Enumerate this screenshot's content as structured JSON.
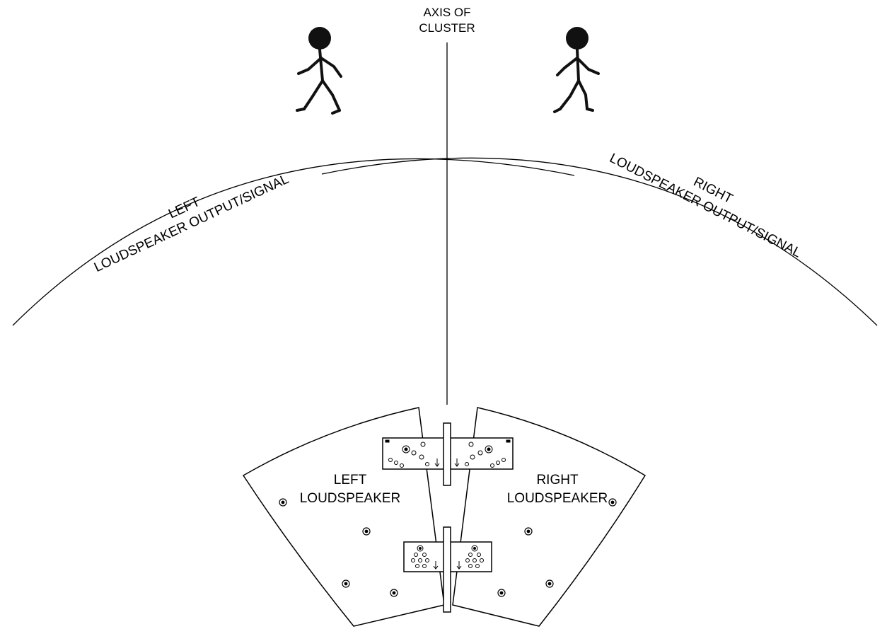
{
  "diagram": {
    "axis_label": {
      "line1": "AXIS OF",
      "line2": "CLUSTER"
    },
    "left_signal_label": {
      "line1": "LEFT",
      "line2": "LOUDSPEAKER OUTPUT/SIGNAL"
    },
    "right_signal_label": {
      "line1": "RIGHT",
      "line2": "LOUDSPEAKER OUTPUT/SIGNAL"
    },
    "left_speaker_label": {
      "line1": "LEFT",
      "line2": "LOUDSPEAKER"
    },
    "right_speaker_label": {
      "line1": "RIGHT",
      "line2": "LOUDSPEAKER"
    },
    "colors": {
      "line": "#000000",
      "background": "#ffffff"
    },
    "icons": [
      "walking-person-icon",
      "loudspeaker-cabinet",
      "rigging-bracket",
      "mounting-bolt-icon"
    ]
  }
}
